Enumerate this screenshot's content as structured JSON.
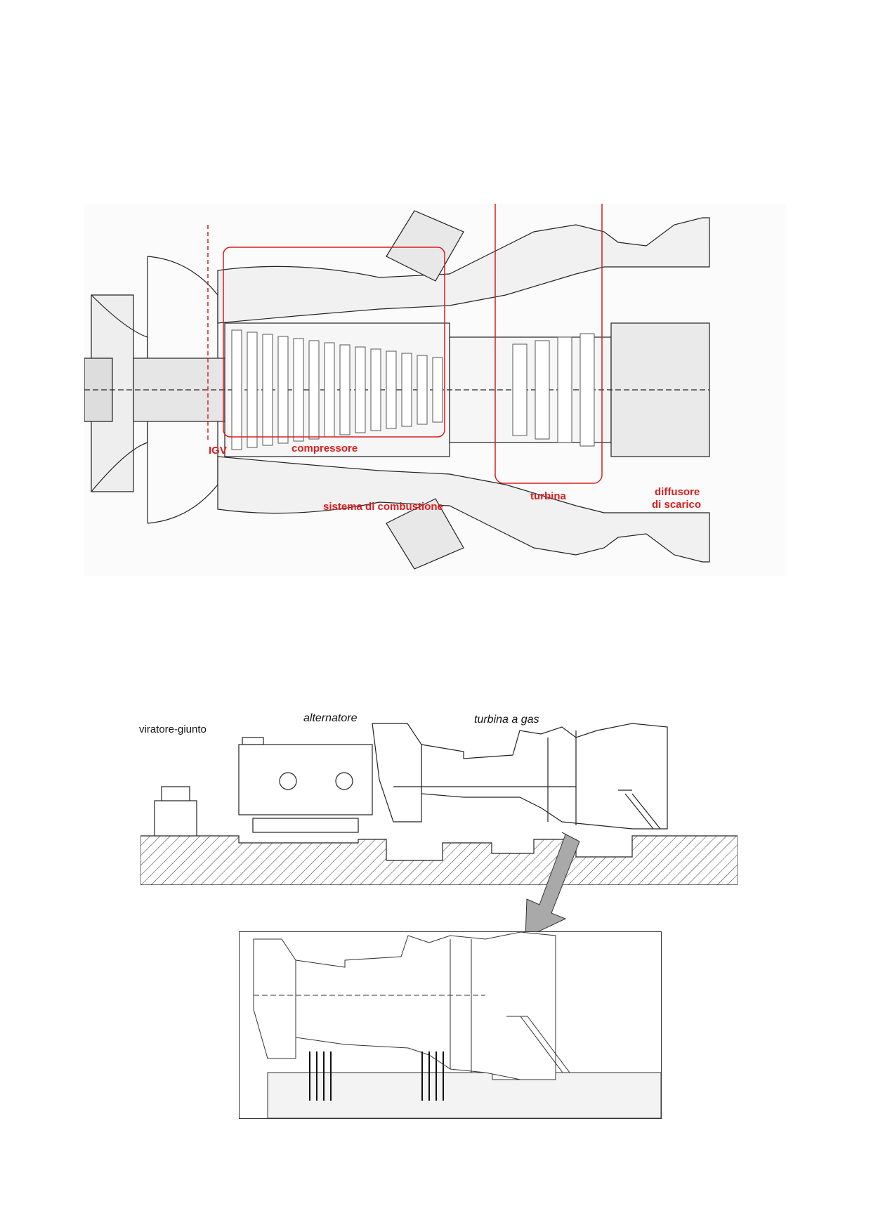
{
  "section_drawing": {
    "labels": {
      "igv": "IGV",
      "compressor": "compressore",
      "combustion": "sistema di combustione",
      "turbine": "turbina",
      "diffuser_line1": "diffusore",
      "diffuser_line2": "di scarico"
    },
    "highlight_color": "#d81e1e"
  },
  "plant_drawing": {
    "labels": {
      "turning_gear": "viratore-giunto",
      "alternator": "alternatore",
      "gas_turbine": "turbina a gas"
    }
  },
  "detail_drawing": {},
  "arrow_color": "#a9a9a9"
}
